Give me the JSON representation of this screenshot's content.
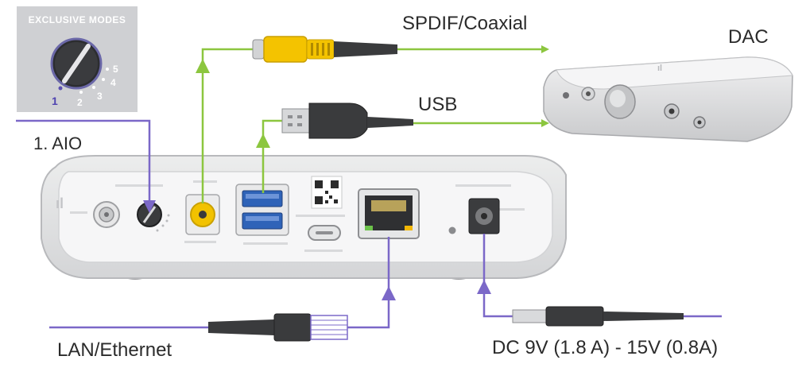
{
  "exclusive_modes": {
    "title": "EXCLUSIVE MODES",
    "positions": [
      "1",
      "2",
      "3",
      "4",
      "5"
    ],
    "selected": "1"
  },
  "labels": {
    "aio": "1. AIO",
    "spdif": "SPDIF/Coaxial",
    "usb": "USB",
    "dac": "DAC",
    "lan": "LAN/Ethernet",
    "dc_power": "DC 9V (1.8 A) - 15V (0.8A)"
  },
  "colors": {
    "green": "#8cc63f",
    "purple": "#7b68c8",
    "device_body": "#e4e5e7",
    "rca_yellow": "#f2c200"
  }
}
